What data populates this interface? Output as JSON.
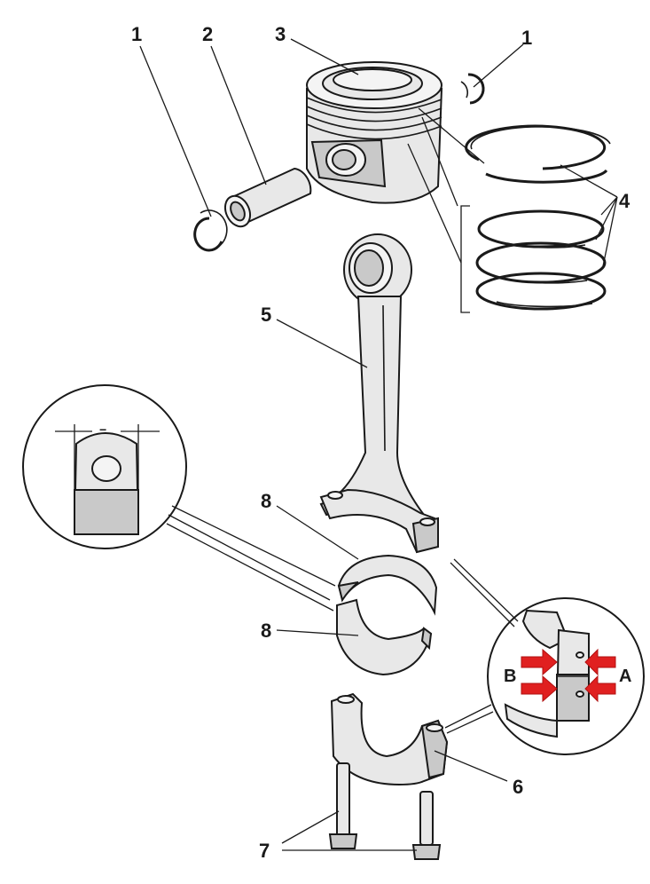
{
  "callouts": {
    "c1_left": "1",
    "c2": "2",
    "c3": "3",
    "c1_right": "1",
    "c4": "4",
    "c5": "5",
    "c8_top": "8",
    "c8_bottom": "8",
    "c6": "6",
    "c7": "7"
  },
  "detail_inset": {
    "equal_mark": "="
  },
  "arrow_inset": {
    "label_a": "A",
    "label_b": "B"
  },
  "colors": {
    "line": "#1a1a1a",
    "part_fill": "#e8e8e8",
    "arrow": "#e02020"
  }
}
